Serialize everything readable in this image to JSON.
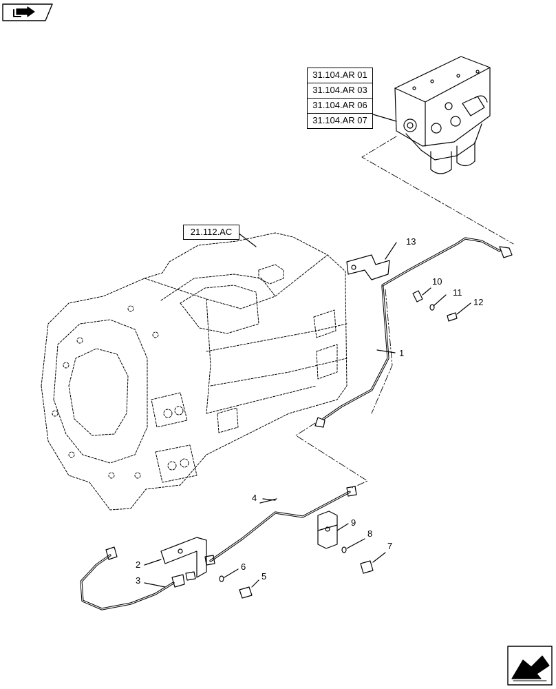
{
  "references": {
    "valve_refs": [
      "31.104.AR 01",
      "31.104.AR 03",
      "31.104.AR 06",
      "31.104.AR 07"
    ],
    "housing_ref": "21.112.AC"
  },
  "callouts": [
    "1",
    "2",
    "3",
    "4",
    "5",
    "6",
    "7",
    "8",
    "9",
    "10",
    "11",
    "12",
    "13"
  ],
  "icons": {
    "top_left": "book-arrow-icon",
    "bottom_right": "next-page-arrow-icon"
  },
  "colors": {
    "line": "#000000",
    "background": "#ffffff"
  }
}
